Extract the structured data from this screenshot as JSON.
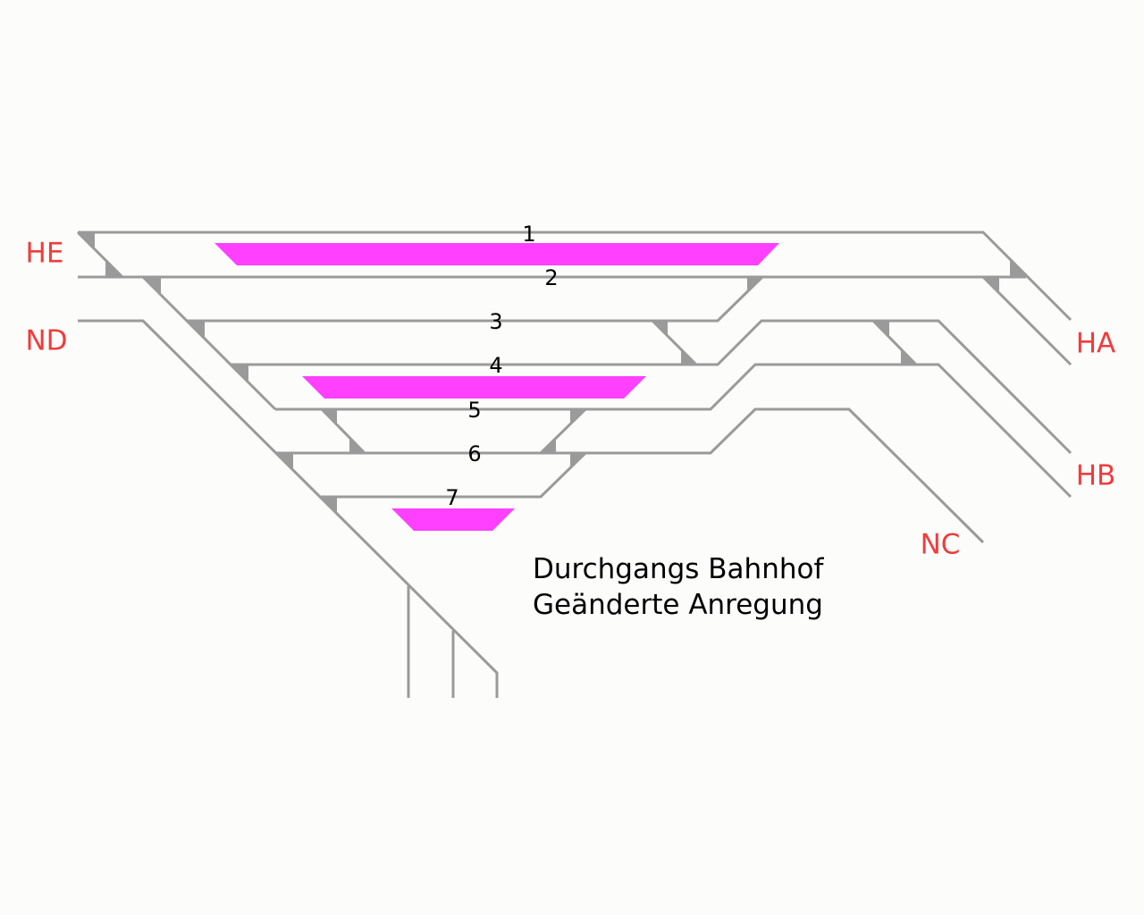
{
  "colors": {
    "track": "#9a9a9a",
    "platform": "#ff40ff",
    "direction_label": "#f03c3c",
    "background": "#fcfdfb"
  },
  "track_numbers": [
    "1",
    "2",
    "3",
    "4",
    "5",
    "6",
    "7"
  ],
  "directions": {
    "he": "HE",
    "nd": "ND",
    "ha": "HA",
    "hb": "HB",
    "nc": "NC"
  },
  "caption": {
    "line1": "Durchgangs Bahnhof",
    "line2": "Geänderte Anregung"
  }
}
